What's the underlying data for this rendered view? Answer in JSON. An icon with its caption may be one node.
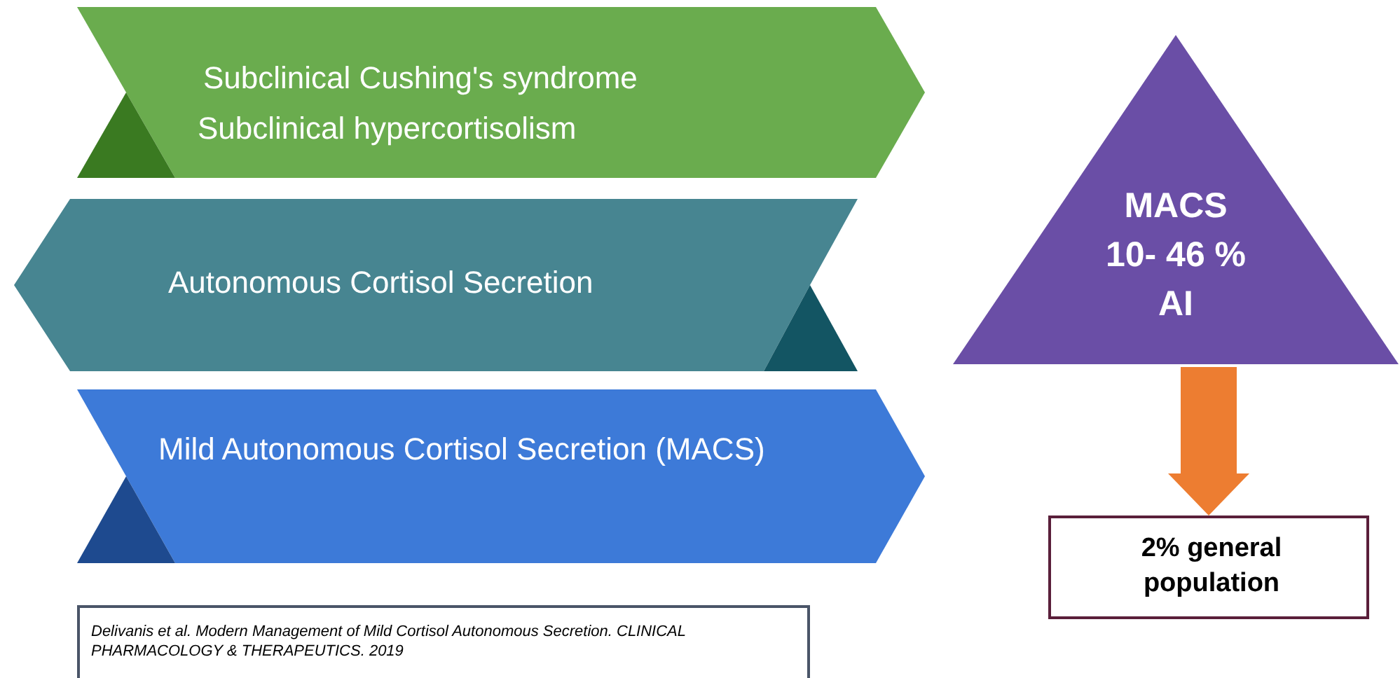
{
  "diagram": {
    "nodes": [
      {
        "text": [
          "Subclinical Cushing's syndrome",
          "Subclinical hypercortisolism"
        ]
      },
      {
        "text": [
          "Autonomous Cortisol Secretion"
        ]
      },
      {
        "text": [
          "Mild Autonomous Cortisol Secretion (MACS)"
        ]
      },
      {
        "text": [
          "MACS",
          "10- 46 %",
          "AI"
        ]
      },
      {
        "text": [
          "2% general population"
        ]
      },
      {
        "text": [
          "Delivanis et al. Modern Management of Mild Cortisol Autonomous Secretion. CLINICAL PHARMACOLOGY & THERAPEUTICS. 2019"
        ]
      }
    ],
    "edges": [
      {
        "from": 3,
        "to": 4,
        "arrow": "to",
        "color": "#ed7d31"
      }
    ]
  }
}
